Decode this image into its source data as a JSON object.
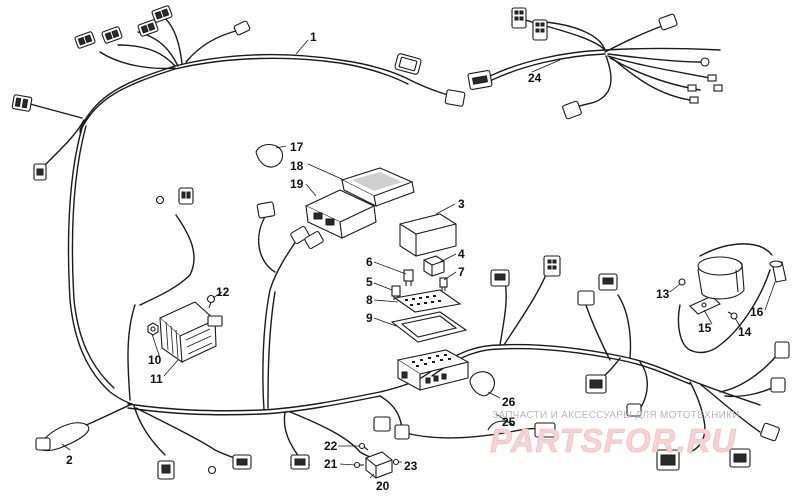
{
  "callouts": {
    "c1": "1",
    "c2": "2",
    "c3": "3",
    "c4": "4",
    "c5": "5",
    "c6": "6",
    "c7": "7",
    "c8": "8",
    "c9": "9",
    "c10": "10",
    "c11": "11",
    "c12": "12",
    "c13": "13",
    "c14": "14",
    "c15": "15",
    "c16": "16",
    "c17": "17",
    "c18": "18",
    "c19": "19",
    "c20": "20",
    "c21": "21",
    "c22": "22",
    "c23": "23",
    "c24": "24",
    "c25": "25",
    "c26": "26"
  },
  "watermark": {
    "tagline": "ЗАПЧАСТИ И АКСЕССУАРЫ ДЛЯ МОТОТЕХНИКИ",
    "logo": "PARTSFOR.RU"
  },
  "colors": {
    "line": "#1a1a1a",
    "background": "#ffffff",
    "watermark_logo": "#f6d2d2",
    "watermark_text": "#b9b9b9"
  }
}
